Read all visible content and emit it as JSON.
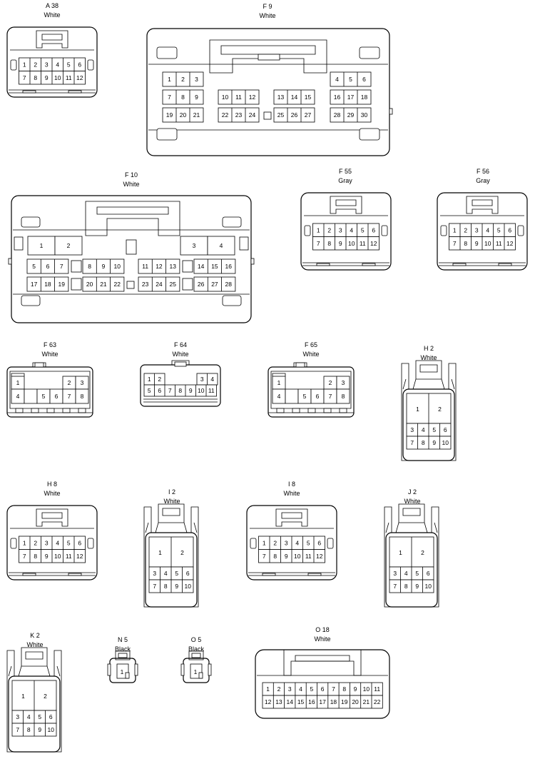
{
  "connectors": {
    "A38": {
      "code": "A 38",
      "color": "White",
      "row1": [
        "1",
        "2",
        "3",
        "4",
        "5",
        "6"
      ],
      "row2": [
        "7",
        "8",
        "9",
        "10",
        "11",
        "12"
      ]
    },
    "F9": {
      "code": "F 9",
      "color": "White",
      "row1": [
        "1",
        "2",
        "3",
        "4",
        "5",
        "6"
      ],
      "row2": [
        "7",
        "8",
        "9",
        "10",
        "11",
        "12",
        "13",
        "14",
        "15",
        "16",
        "17",
        "18"
      ],
      "row3": [
        "19",
        "20",
        "21",
        "22",
        "23",
        "24",
        "25",
        "26",
        "27",
        "28",
        "29",
        "30"
      ]
    },
    "F10": {
      "code": "F 10",
      "color": "White",
      "row1": [
        "1",
        "2",
        "3",
        "4"
      ],
      "row2": [
        "5",
        "6",
        "7",
        "8",
        "9",
        "10",
        "11",
        "12",
        "13",
        "14",
        "15",
        "16"
      ],
      "row3": [
        "17",
        "18",
        "19",
        "20",
        "21",
        "22",
        "23",
        "24",
        "25",
        "26",
        "27",
        "28"
      ]
    },
    "F55": {
      "code": "F 55",
      "color": "Gray",
      "row1": [
        "1",
        "2",
        "3",
        "4",
        "5",
        "6"
      ],
      "row2": [
        "7",
        "8",
        "9",
        "10",
        "11",
        "12"
      ]
    },
    "F56": {
      "code": "F 56",
      "color": "Gray",
      "row1": [
        "1",
        "2",
        "3",
        "4",
        "5",
        "6"
      ],
      "row2": [
        "7",
        "8",
        "9",
        "10",
        "11",
        "12"
      ]
    },
    "F63": {
      "code": "F 63",
      "color": "White",
      "row1": [
        "1",
        "2",
        "3"
      ],
      "row2": [
        "4",
        "5",
        "6",
        "7",
        "8"
      ]
    },
    "F64": {
      "code": "F 64",
      "color": "White",
      "row1": [
        "1",
        "2",
        "3",
        "4"
      ],
      "row2": [
        "5",
        "6",
        "7",
        "8",
        "9",
        "10",
        "11"
      ]
    },
    "F65": {
      "code": "F 65",
      "color": "White",
      "row1": [
        "1",
        "2",
        "3"
      ],
      "row2": [
        "4",
        "5",
        "6",
        "7",
        "8"
      ]
    },
    "H2": {
      "code": "H 2",
      "color": "White",
      "row1": [
        "1",
        "2"
      ],
      "row2": [
        "3",
        "4",
        "5",
        "6"
      ],
      "row3": [
        "7",
        "8",
        "9",
        "10"
      ]
    },
    "H8": {
      "code": "H 8",
      "color": "White",
      "row1": [
        "1",
        "2",
        "3",
        "4",
        "5",
        "6"
      ],
      "row2": [
        "7",
        "8",
        "9",
        "10",
        "11",
        "12"
      ]
    },
    "I2": {
      "code": "I 2",
      "color": "White",
      "row1": [
        "1",
        "2"
      ],
      "row2": [
        "3",
        "4",
        "5",
        "6"
      ],
      "row3": [
        "7",
        "8",
        "9",
        "10"
      ]
    },
    "I8": {
      "code": "I 8",
      "color": "White",
      "row1": [
        "1",
        "2",
        "3",
        "4",
        "5",
        "6"
      ],
      "row2": [
        "7",
        "8",
        "9",
        "10",
        "11",
        "12"
      ]
    },
    "J2": {
      "code": "J 2",
      "color": "White",
      "row1": [
        "1",
        "2"
      ],
      "row2": [
        "3",
        "4",
        "5",
        "6"
      ],
      "row3": [
        "7",
        "8",
        "9",
        "10"
      ]
    },
    "K2": {
      "code": "K 2",
      "color": "White",
      "row1": [
        "1",
        "2"
      ],
      "row2": [
        "3",
        "4",
        "5",
        "6"
      ],
      "row3": [
        "7",
        "8",
        "9",
        "10"
      ]
    },
    "N5": {
      "code": "N 5",
      "color": "Black",
      "row1": [
        "1"
      ]
    },
    "O5": {
      "code": "O 5",
      "color": "Black",
      "row1": [
        "1"
      ]
    },
    "O18": {
      "code": "O 18",
      "color": "White",
      "row1": [
        "1",
        "2",
        "3",
        "4",
        "5",
        "6",
        "7",
        "8",
        "9",
        "10",
        "11"
      ],
      "row2": [
        "12",
        "13",
        "14",
        "15",
        "16",
        "17",
        "18",
        "19",
        "20",
        "21",
        "22"
      ]
    }
  }
}
